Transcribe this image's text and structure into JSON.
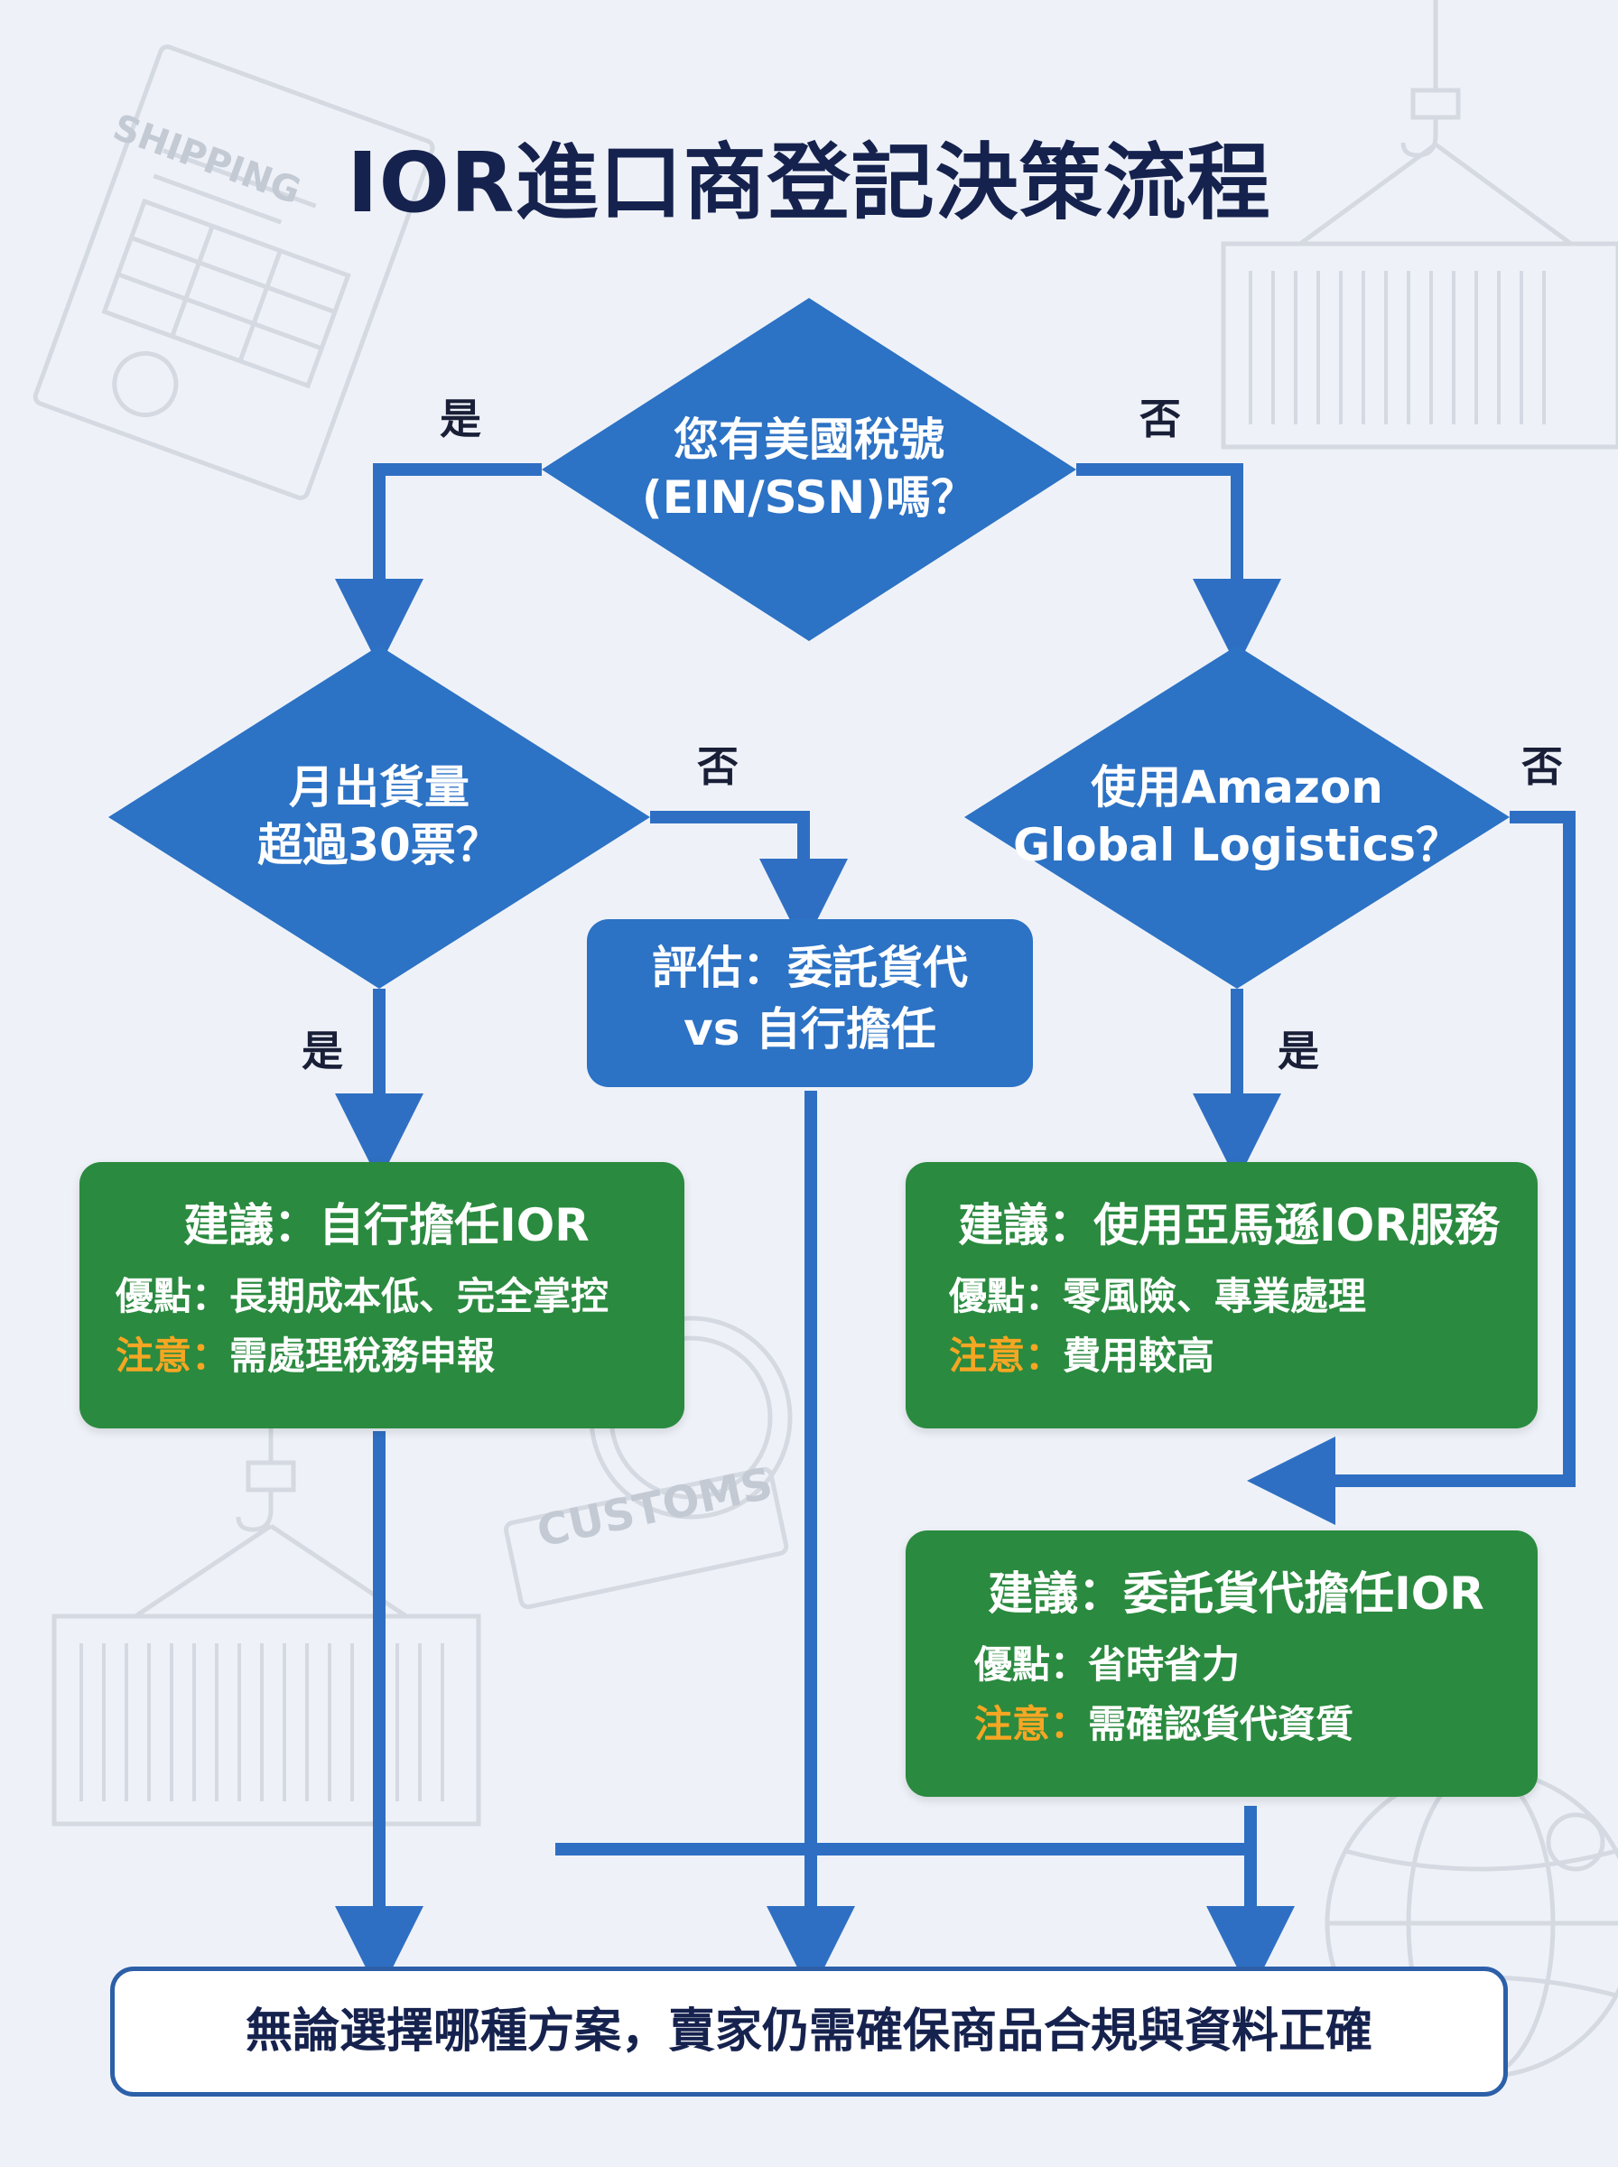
{
  "title": "IOR進口商登記決策流程",
  "watermarks": {
    "shipping": "SHIPPING",
    "customs": "CUSTOMS"
  },
  "q1": {
    "line1": "您有美國稅號",
    "line2": "(EIN/SSN)嗎？",
    "yes": "是",
    "no": "否"
  },
  "q2": {
    "line1": "月出貨量",
    "line2": "超過30票？",
    "yes": "是",
    "no": "否"
  },
  "q3": {
    "line1": "使用Amazon",
    "line2": "Global Logistics？",
    "yes": "是",
    "no": "否"
  },
  "evaluate": {
    "line1": "評估：委託貨代",
    "line2": "vs 自行擔任"
  },
  "rec_self": {
    "title": "建議：自行擔任IOR",
    "pro_label": "優點：",
    "pro": "長期成本低、完全掌控",
    "note_label": "注意：",
    "note": "需處理稅務申報"
  },
  "rec_amazon": {
    "title": "建議：使用亞馬遜IOR服務",
    "pro_label": "優點：",
    "pro": "零風險、專業處理",
    "note_label": "注意：",
    "note": "費用較高"
  },
  "rec_forwarder": {
    "title": "建議：委託貨代擔任IOR",
    "pro_label": "優點：",
    "pro": "省時省力",
    "note_label": "注意：",
    "note": "需確認貨代資質"
  },
  "final": "無論選擇哪種方案，賣家仍需確保商品合規與資料正確",
  "colors": {
    "diamond": "#2c72c5",
    "green": "#2a8a3f",
    "arrow": "#2f6fc3",
    "title": "#16224e",
    "note": "#f5a623"
  }
}
